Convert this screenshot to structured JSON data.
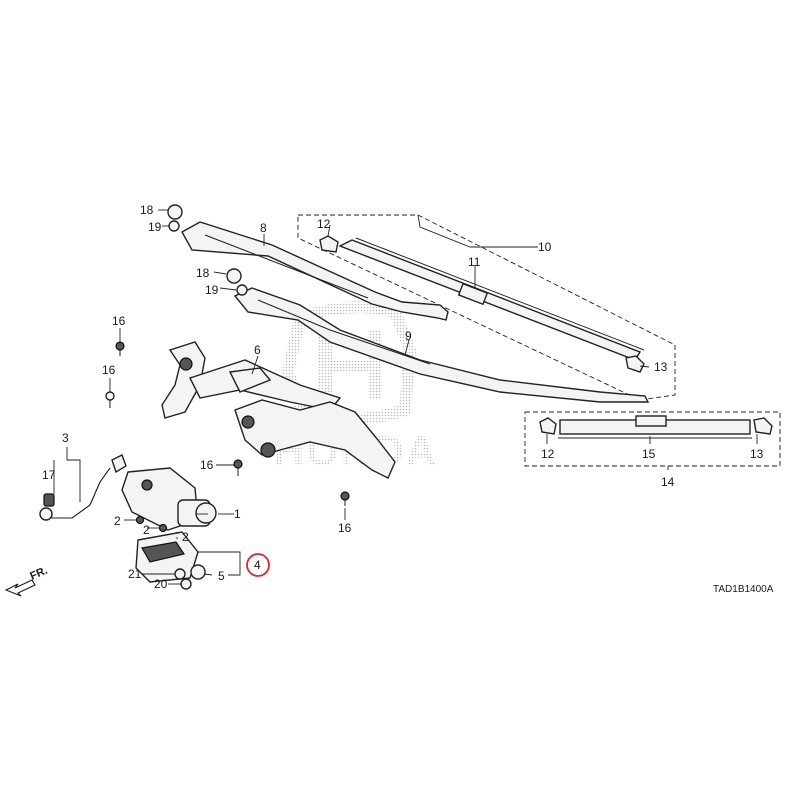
{
  "parts": {
    "p1": "1",
    "p2a": "2",
    "p2b": "2",
    "p2c": "2",
    "p3": "3",
    "p4": "4",
    "p5": "5",
    "p6": "6",
    "p8": "8",
    "p9": "9",
    "p10": "10",
    "p11": "11",
    "p12a": "12",
    "p12b": "12",
    "p13a": "13",
    "p13b": "13",
    "p14": "14",
    "p15": "15",
    "p16a": "16",
    "p16b": "16",
    "p16c": "16",
    "p16d": "16",
    "p17": "17",
    "p18a": "18",
    "p18b": "18",
    "p19a": "19",
    "p19b": "19",
    "p20": "20",
    "p21": "21"
  },
  "diagram_code": "TAD1B1400A",
  "front_label": "FR.",
  "watermark": {
    "text": "HONDA"
  },
  "highlight_color": "#e0242b"
}
